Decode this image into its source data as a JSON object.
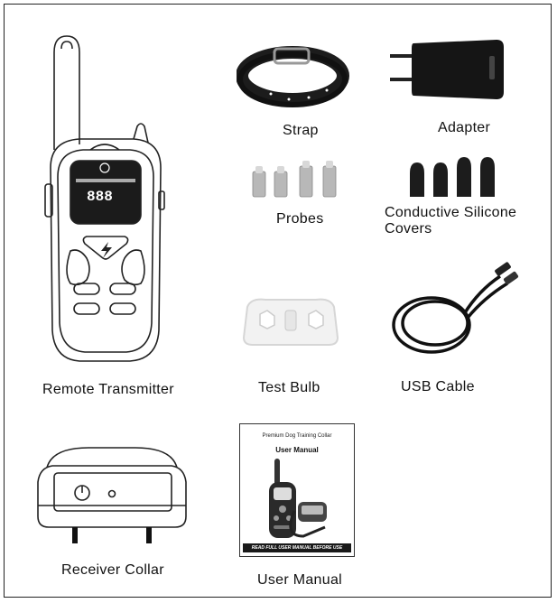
{
  "items": {
    "remote": {
      "label": "Remote Transmitter"
    },
    "strap": {
      "label": "Strap"
    },
    "adapter": {
      "label": "Adapter"
    },
    "probes": {
      "label": "Probes"
    },
    "covers": {
      "label_line1": "Conductive Silicone",
      "label_line2": "Covers"
    },
    "test_bulb": {
      "label": "Test Bulb"
    },
    "usb_cable": {
      "label": "USB Cable"
    },
    "receiver": {
      "label": "Receiver Collar"
    },
    "manual": {
      "label": "User Manual",
      "cover_subtitle": "Premium Dog Training Collar",
      "cover_title": "User Manual",
      "cover_footer": "READ FULL USER MANUAL BEFORE USE"
    }
  },
  "colors": {
    "ink": "#222222",
    "rubber": "#1c1c1c",
    "probe": "#b8b8b8"
  }
}
